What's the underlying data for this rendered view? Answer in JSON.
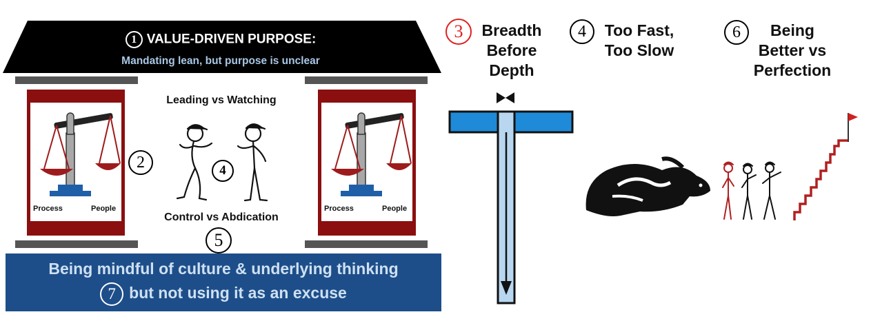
{
  "roof": {
    "number": "1",
    "title": "VALUE-DRIVEN PURPOSE:",
    "subtitle": "Mandating lean, but purpose is unclear"
  },
  "pillars": {
    "left": {
      "left_label": "Process",
      "right_label": "People"
    },
    "right": {
      "left_label": "Process",
      "right_label": "People"
    }
  },
  "markers": {
    "m2": "2",
    "m4_center": "4",
    "m5": "5"
  },
  "center": {
    "top_caption": "Leading vs Watching",
    "bottom_caption": "Control vs Abdication"
  },
  "base": {
    "number": "7",
    "line1": "Being mindful of culture & underlying thinking",
    "line2": "but not using it as an excuse"
  },
  "heading3": {
    "number": "3",
    "line1": "Breadth",
    "line2": "Before",
    "line3": "Depth"
  },
  "heading4": {
    "number": "4",
    "line1": "Too Fast,",
    "line2": "Too Slow"
  },
  "heading6": {
    "number": "6",
    "line1": "Being",
    "line2": "Better vs",
    "line3": "Perfection"
  },
  "colors": {
    "roof": "#000000",
    "pillar_red": "#8b0f0f",
    "base_blue": "#1d4e89",
    "t_blue": "#1e8ad8",
    "t_light": "#b8d6ef",
    "marker_red": "#e02020",
    "scale_red": "#9e1b1b",
    "scale_blue": "#1f5fa8"
  },
  "icons": [
    "balance-scale-icon",
    "stick-figures-icon",
    "t-shaped-icon",
    "hare-tortoise-icon",
    "stairway-flag-icon"
  ]
}
